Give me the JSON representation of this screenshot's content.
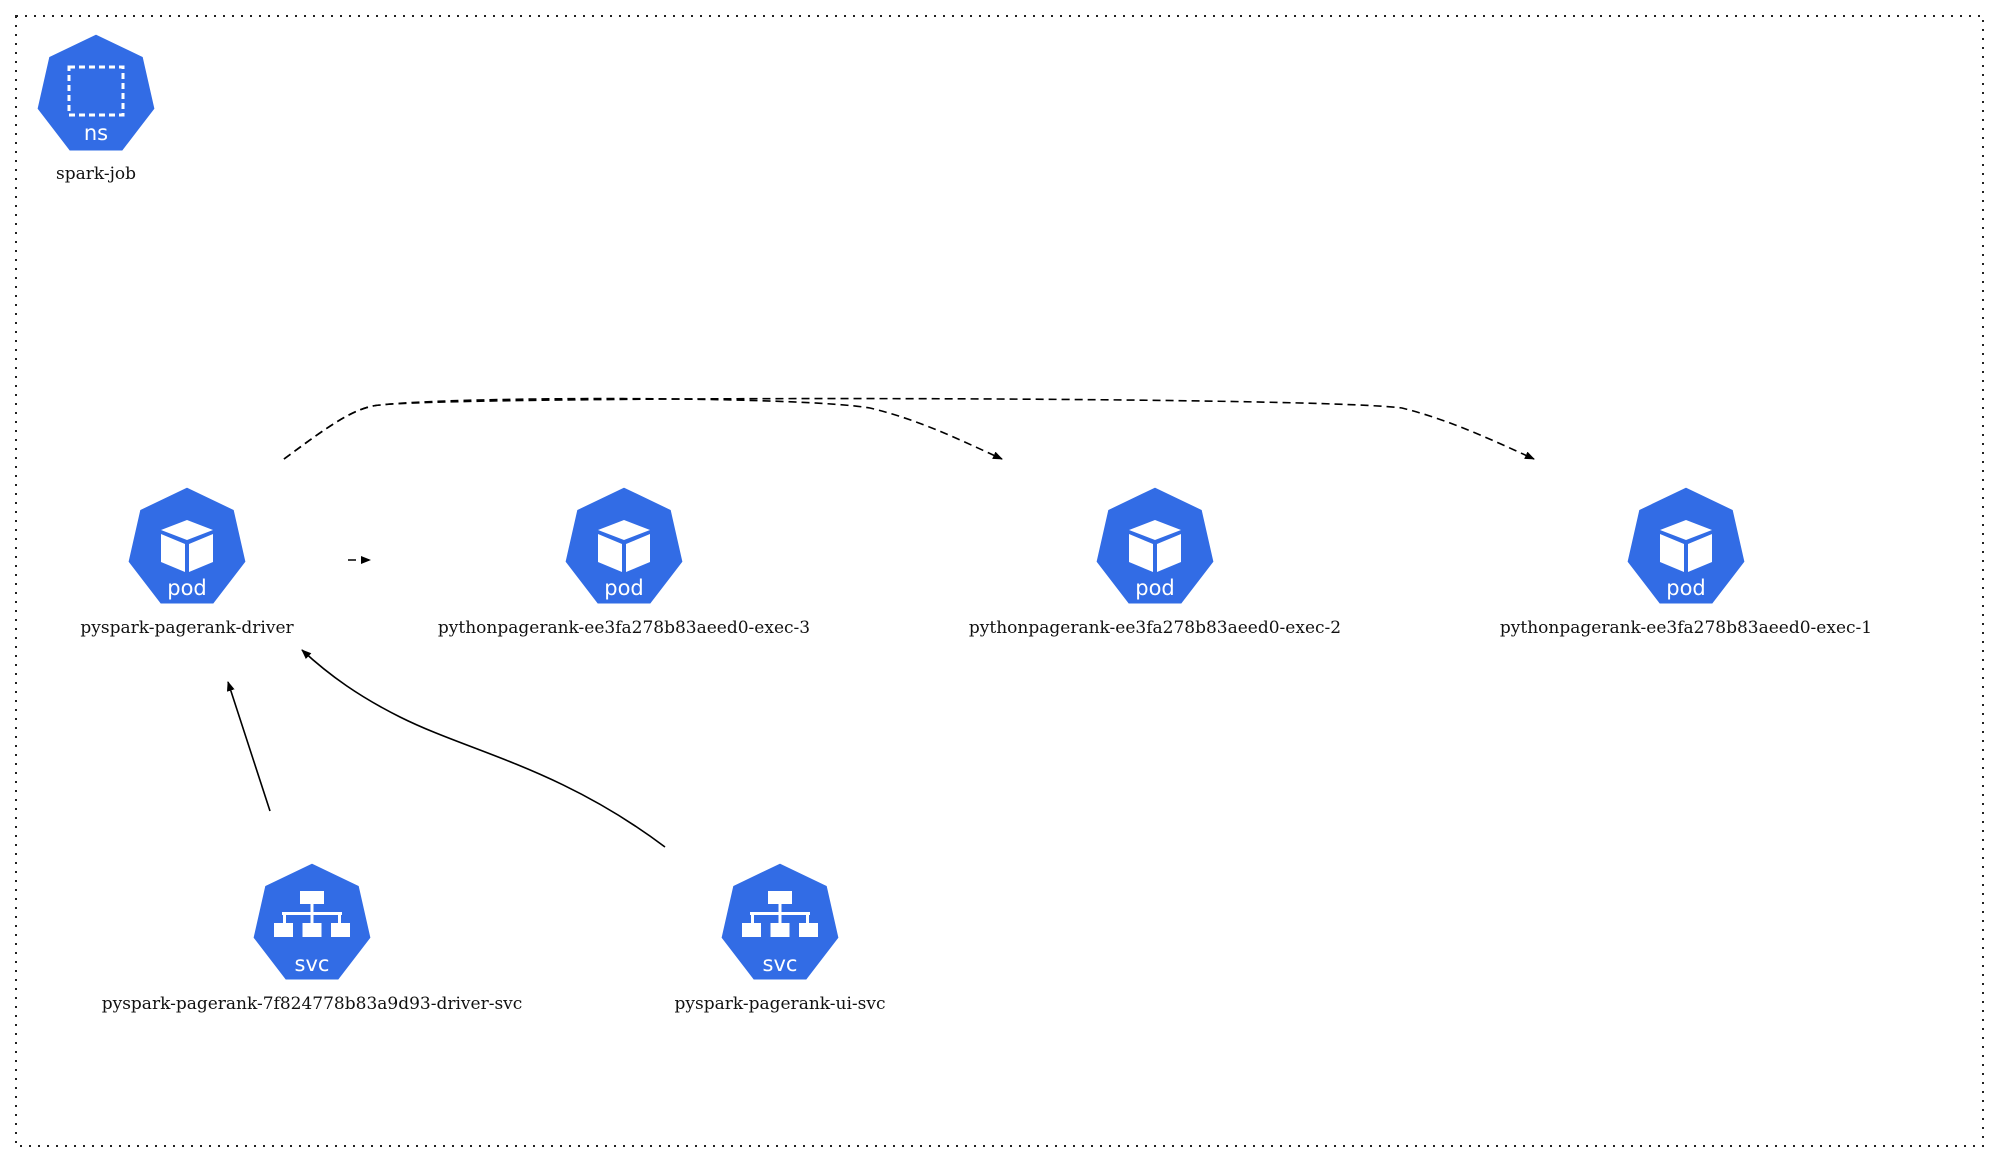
{
  "diagram": {
    "accent_color": "#326ce5",
    "nodes": [
      {
        "id": "ns",
        "kind": "ns",
        "kind_label": "ns",
        "label": "spark-job",
        "icon": "namespace-icon"
      },
      {
        "id": "driver",
        "kind": "pod",
        "kind_label": "pod",
        "label": "pyspark-pagerank-driver",
        "icon": "pod-icon"
      },
      {
        "id": "exec3",
        "kind": "pod",
        "kind_label": "pod",
        "label": "pythonpagerank-ee3fa278b83aeed0-exec-3",
        "icon": "pod-icon"
      },
      {
        "id": "exec2",
        "kind": "pod",
        "kind_label": "pod",
        "label": "pythonpagerank-ee3fa278b83aeed0-exec-2",
        "icon": "pod-icon"
      },
      {
        "id": "exec1",
        "kind": "pod",
        "kind_label": "pod",
        "label": "pythonpagerank-ee3fa278b83aeed0-exec-1",
        "icon": "pod-icon"
      },
      {
        "id": "drvsvc",
        "kind": "svc",
        "kind_label": "svc",
        "label": "pyspark-pagerank-7f824778b83a9d93-driver-svc",
        "icon": "service-icon"
      },
      {
        "id": "uisvc",
        "kind": "svc",
        "kind_label": "svc",
        "label": "pyspark-pagerank-ui-svc",
        "icon": "service-icon"
      }
    ],
    "edges": [
      {
        "from": "driver",
        "to": "exec3",
        "style": "dashed"
      },
      {
        "from": "driver",
        "to": "exec2",
        "style": "dashed"
      },
      {
        "from": "driver",
        "to": "exec1",
        "style": "dashed"
      },
      {
        "from": "drvsvc",
        "to": "driver",
        "style": "solid"
      },
      {
        "from": "uisvc",
        "to": "driver",
        "style": "solid"
      }
    ]
  }
}
